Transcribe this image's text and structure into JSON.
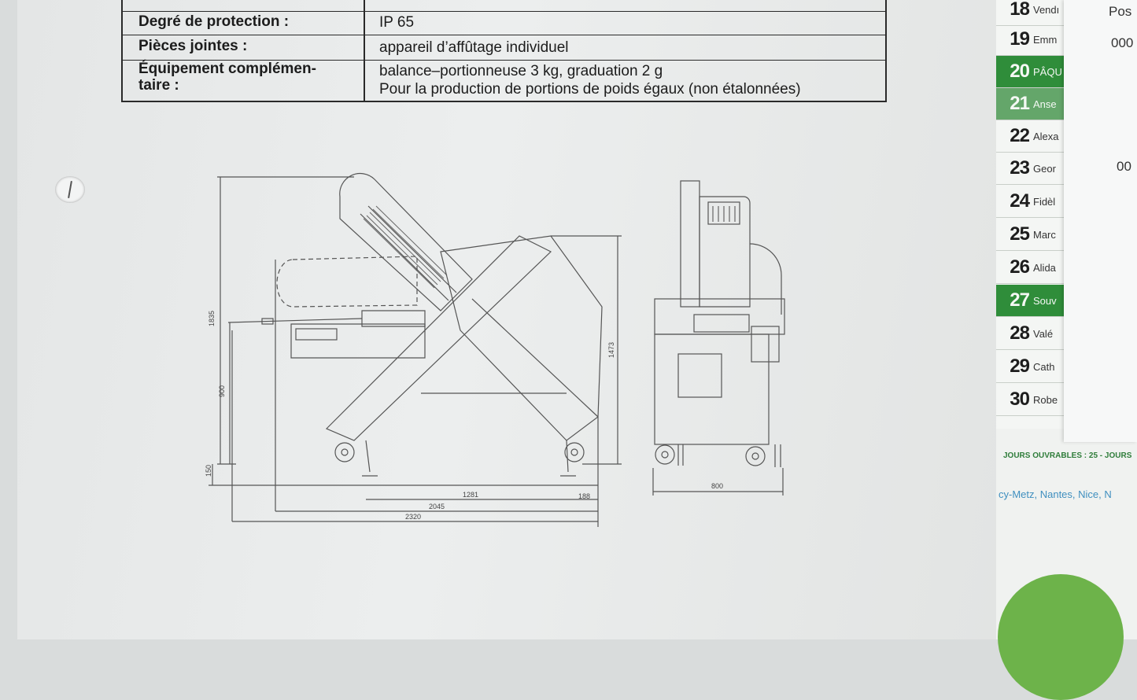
{
  "spec_table": {
    "rows": [
      {
        "label": "Degré de protection :",
        "value": "IP 65"
      },
      {
        "label": "Pièces jointes :",
        "value": "appareil d’affûtage individuel"
      },
      {
        "label": "Équipement complémen-",
        "label2": "taire :",
        "value": "balance–portionneuse 3 kg, graduation 2 g",
        "value2": "Pour la production de portions de poids égaux (non étalonnées)"
      }
    ]
  },
  "dimensions": {
    "height_total": "1835",
    "height_table": "900",
    "height_base": "150",
    "height_right": "1473",
    "wheel_span": "1281",
    "foot_offset": "188",
    "length_mid": "2045",
    "length_total": "2320",
    "width_side": "800"
  },
  "calendar": {
    "days": [
      {
        "num": "18",
        "name": "Vendı",
        "style": "normal"
      },
      {
        "num": "19",
        "name": "Emm",
        "style": "normal"
      },
      {
        "num": "20",
        "name": "PÂQU",
        "style": "green"
      },
      {
        "num": "21",
        "name": "Anse",
        "style": "lightgreen"
      },
      {
        "num": "22",
        "name": "Alexa",
        "style": "normal"
      },
      {
        "num": "23",
        "name": "Geor",
        "style": "normal"
      },
      {
        "num": "24",
        "name": "Fidèl",
        "style": "normal"
      },
      {
        "num": "25",
        "name": "Marc",
        "style": "normal"
      },
      {
        "num": "26",
        "name": "Alida",
        "style": "normal"
      },
      {
        "num": "27",
        "name": "Souv",
        "style": "green"
      },
      {
        "num": "28",
        "name": "Valé",
        "style": "normal"
      },
      {
        "num": "29",
        "name": "Cath",
        "style": "normal"
      },
      {
        "num": "30",
        "name": "Robe",
        "style": "normal"
      }
    ],
    "jours_ouvrables": "JOURS OUVRABLES : 25 - JOURS",
    "cities": "cy-Metz, Nantes, Nice, N"
  },
  "note_card": {
    "line1": "Pos",
    "line2": "000",
    "line3": "00"
  },
  "colors": {
    "calendar_green": "#2f8d3a",
    "calendar_lightgreen": "#64a66a",
    "logo_green": "#6db34a"
  }
}
